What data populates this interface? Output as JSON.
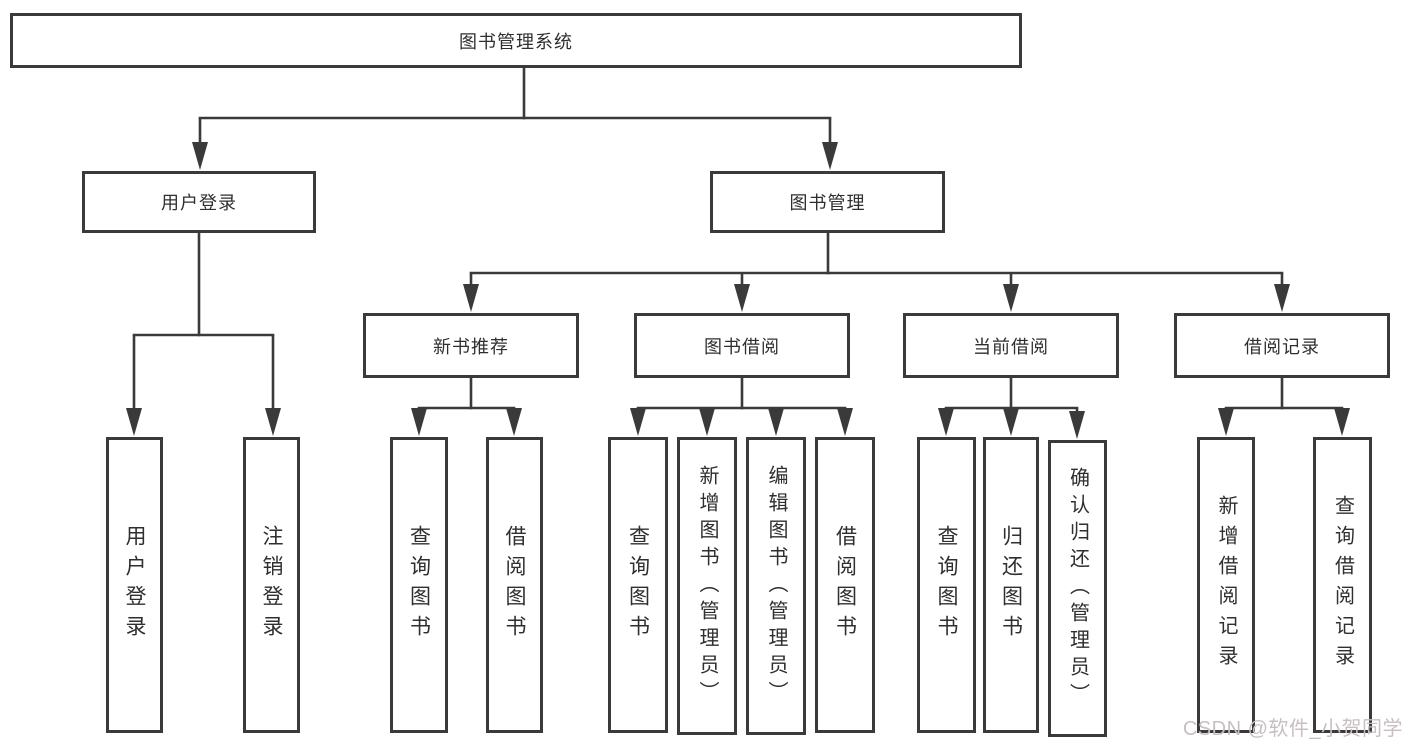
{
  "diagram": {
    "type": "tree",
    "title": "图书管理系统",
    "colors": {
      "line": "#3a3a3a",
      "box_border": "#3a3a3a",
      "box_fill": "#ffffff",
      "text": "#2f2f2f"
    },
    "nodes": [
      {
        "id": "root",
        "label": "图书管理系统",
        "level": 1,
        "parent": null,
        "text_direction": "horizontal"
      },
      {
        "id": "user-login",
        "label": "用户登录",
        "level": 2,
        "parent": "root",
        "text_direction": "horizontal"
      },
      {
        "id": "book-management",
        "label": "图书管理",
        "level": 2,
        "parent": "root",
        "text_direction": "horizontal"
      },
      {
        "id": "user-login-action",
        "label": "用户登录",
        "level": 3,
        "parent": "user-login",
        "text_direction": "vertical"
      },
      {
        "id": "logout-action",
        "label": "注销登录",
        "level": 3,
        "parent": "user-login",
        "text_direction": "vertical"
      },
      {
        "id": "new-book-recommend",
        "label": "新书推荐",
        "level": 3,
        "parent": "book-management",
        "text_direction": "horizontal"
      },
      {
        "id": "book-borrowing",
        "label": "图书借阅",
        "level": 3,
        "parent": "book-management",
        "text_direction": "horizontal"
      },
      {
        "id": "current-borrowing",
        "label": "当前借阅",
        "level": 3,
        "parent": "book-management",
        "text_direction": "horizontal"
      },
      {
        "id": "borrowing-records",
        "label": "借阅记录",
        "level": 3,
        "parent": "book-management",
        "text_direction": "horizontal"
      },
      {
        "id": "query-books-1",
        "label": "查询图书",
        "level": 4,
        "parent": "new-book-recommend",
        "text_direction": "vertical"
      },
      {
        "id": "borrow-books-1",
        "label": "借阅图书",
        "level": 4,
        "parent": "new-book-recommend",
        "text_direction": "vertical"
      },
      {
        "id": "query-books-2",
        "label": "查询图书",
        "level": 4,
        "parent": "book-borrowing",
        "text_direction": "vertical"
      },
      {
        "id": "add-books",
        "label": "新增图书（管理员）",
        "level": 4,
        "parent": "book-borrowing",
        "text_direction": "vertical"
      },
      {
        "id": "edit-books",
        "label": "编辑图书（管理员）",
        "level": 4,
        "parent": "book-borrowing",
        "text_direction": "vertical"
      },
      {
        "id": "borrow-books-2",
        "label": "借阅图书",
        "level": 4,
        "parent": "book-borrowing",
        "text_direction": "vertical"
      },
      {
        "id": "query-books-3",
        "label": "查询图书",
        "level": 4,
        "parent": "current-borrowing",
        "text_direction": "vertical"
      },
      {
        "id": "return-books",
        "label": "归还图书",
        "level": 4,
        "parent": "current-borrowing",
        "text_direction": "vertical"
      },
      {
        "id": "confirm-return",
        "label": "确认归还（管理员）",
        "level": 4,
        "parent": "current-borrowing",
        "text_direction": "vertical"
      },
      {
        "id": "add-borrow-record",
        "label": "新增借阅记录",
        "level": 4,
        "parent": "borrowing-records",
        "text_direction": "vertical"
      },
      {
        "id": "query-borrow-record",
        "label": "查询借阅记录",
        "level": 4,
        "parent": "borrowing-records",
        "text_direction": "vertical"
      }
    ]
  },
  "watermark": {
    "text": "CSDN @软件_小贺同学",
    "color": "#c8bfc1"
  }
}
